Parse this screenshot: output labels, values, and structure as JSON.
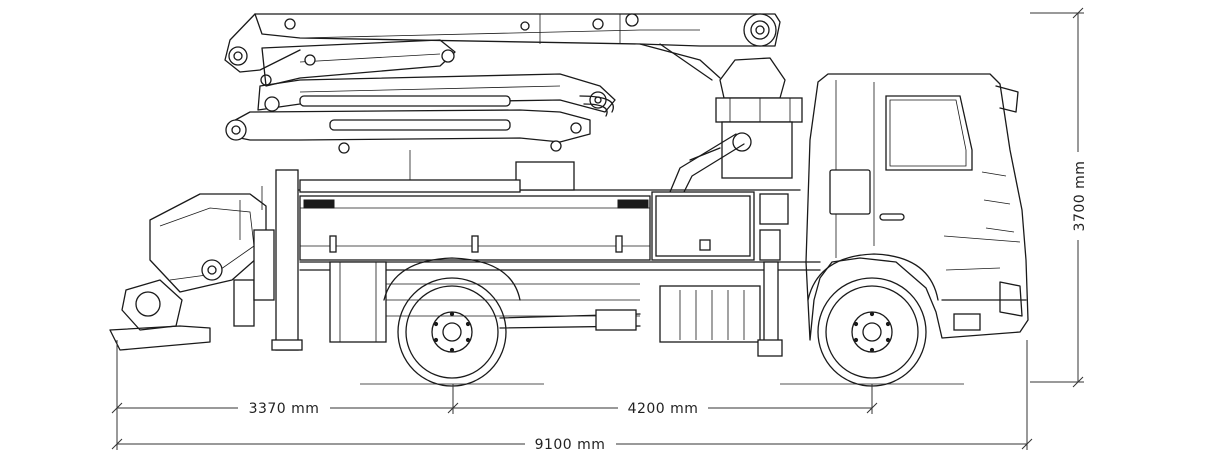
{
  "dimensions": {
    "front_overhang": "3370 mm",
    "wheelbase": "4200 mm",
    "overall_length": "9100 mm",
    "overall_height": "3700 mm"
  }
}
